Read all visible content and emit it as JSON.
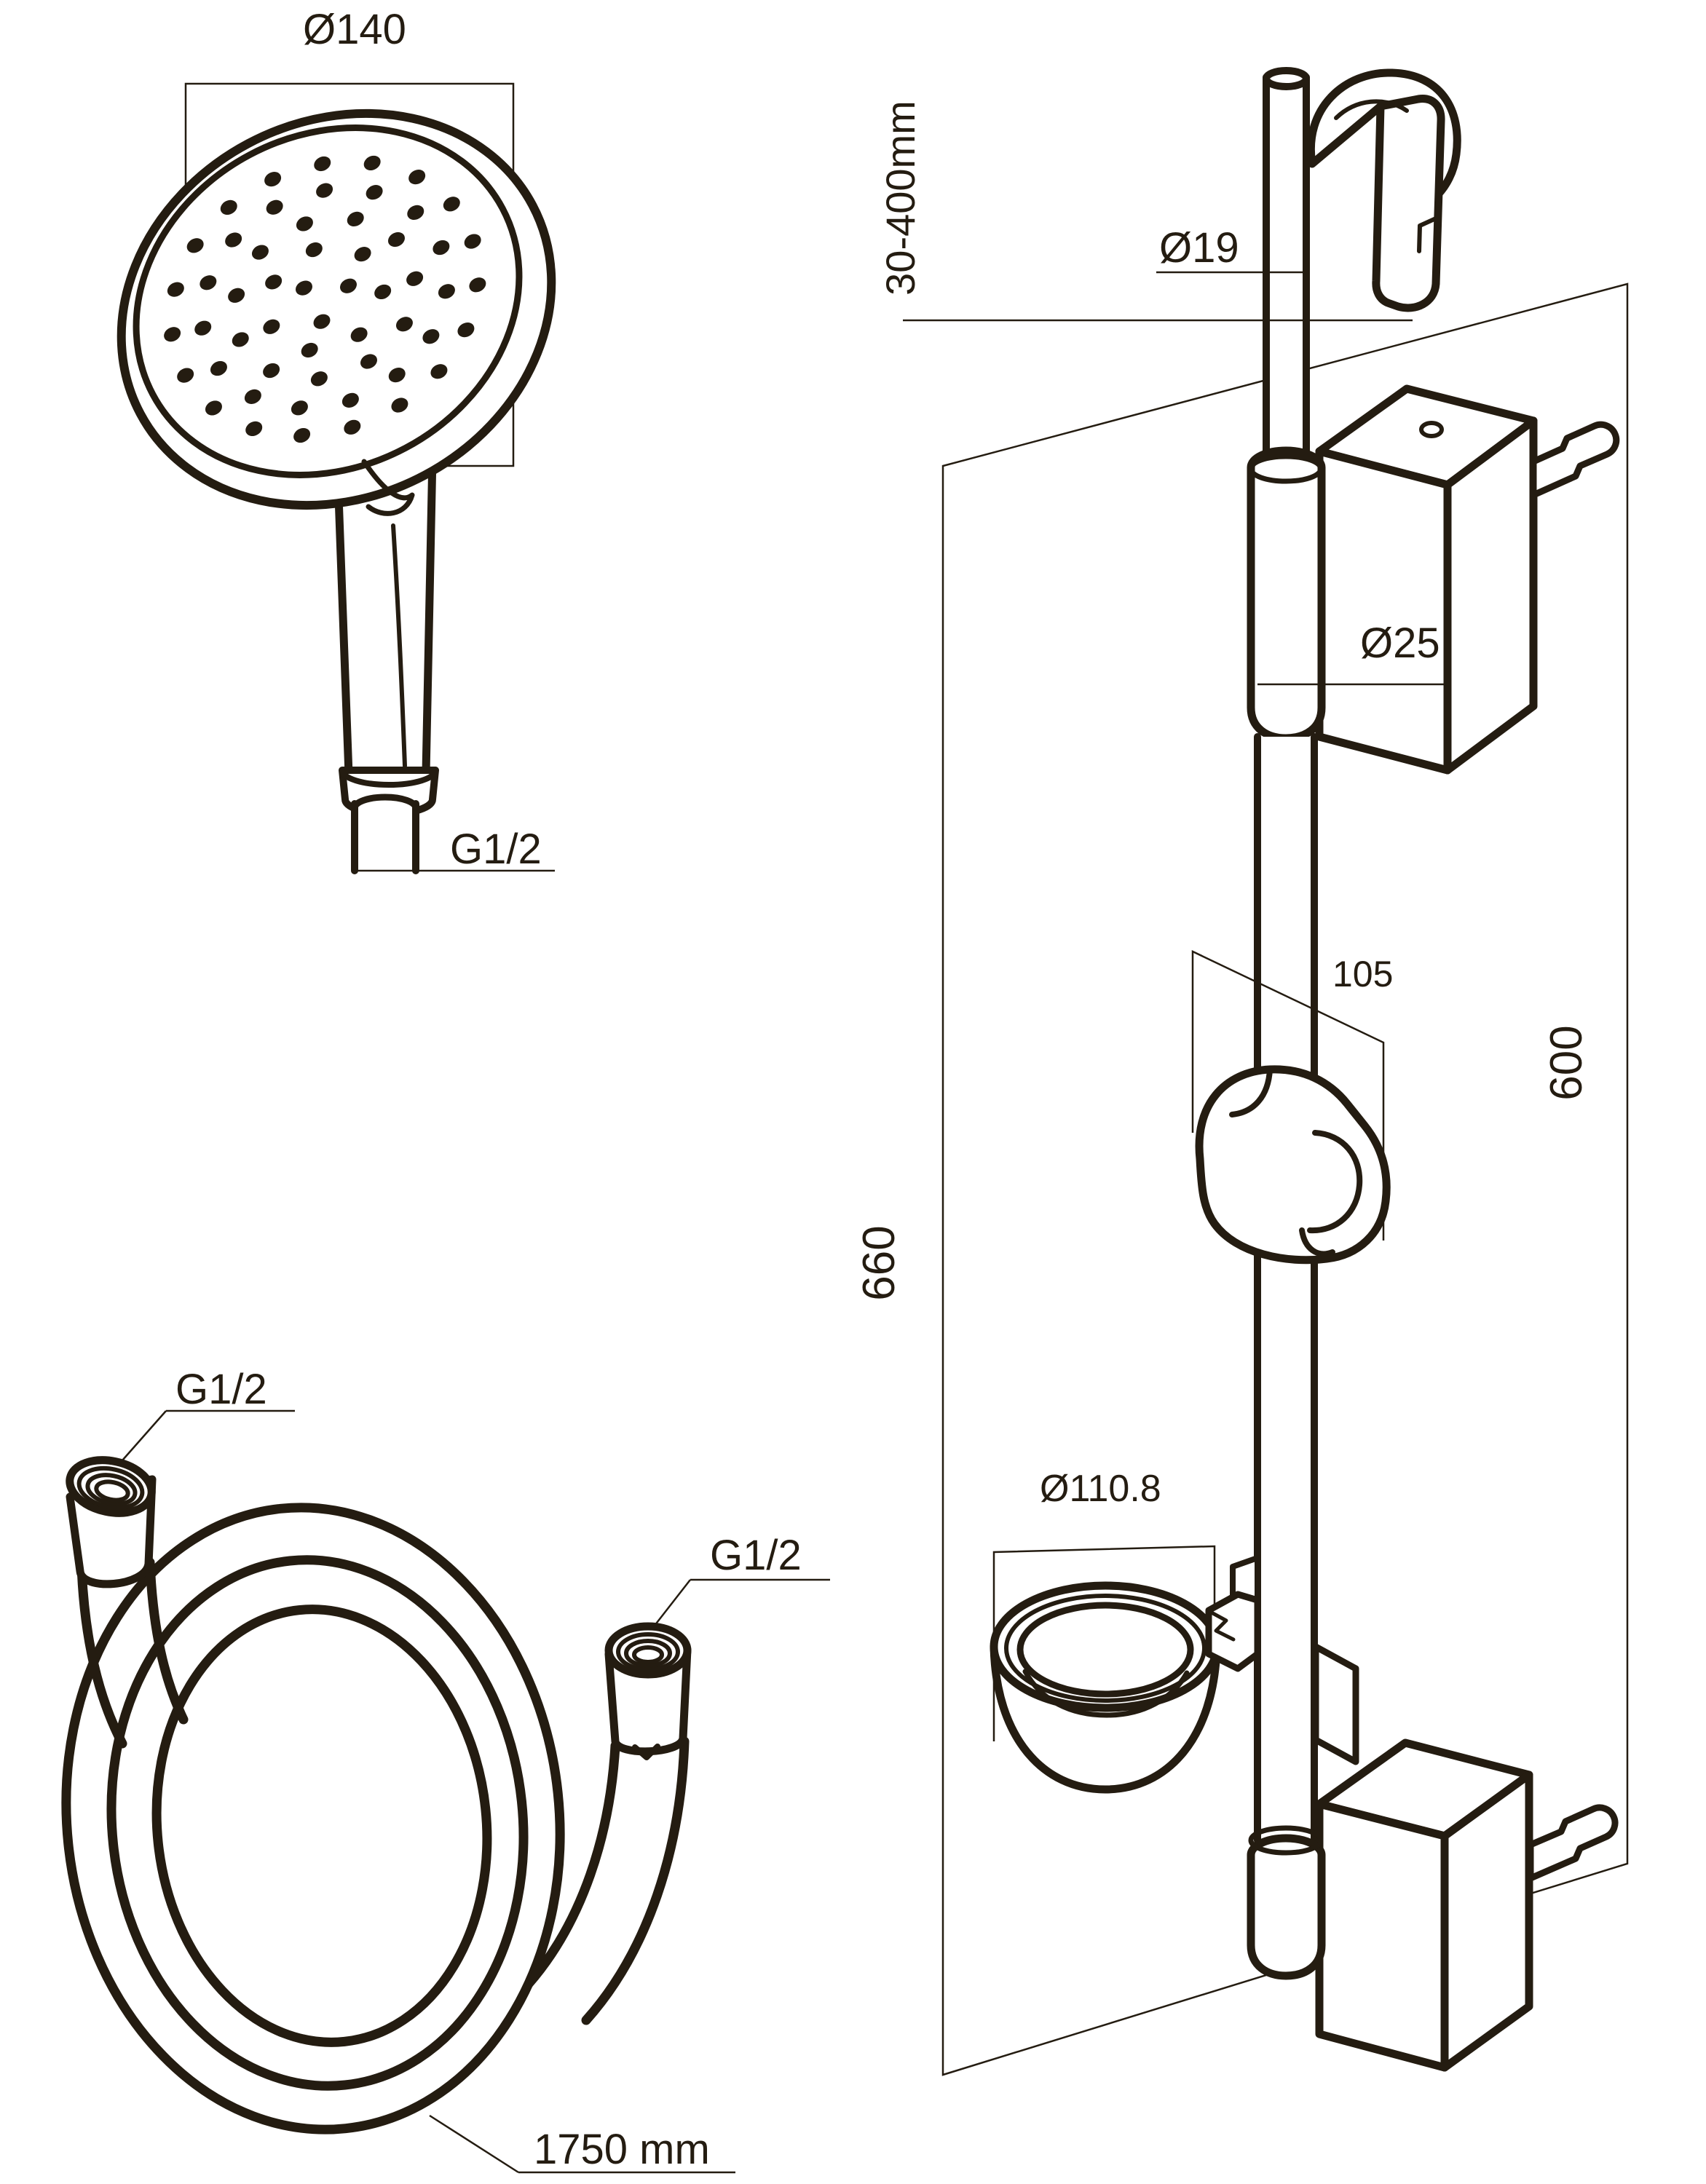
{
  "drawing": {
    "background_color": "#ffffff",
    "line_color": "#241c11",
    "shower_head": {
      "diameter_label": "Ø140",
      "thread_label": "G1/2"
    },
    "hose": {
      "inlet_thread_label": "G1/2",
      "outlet_thread_label": "G1/2",
      "length_label": "1750 mm"
    },
    "slide_bar": {
      "holder_height_range_label": "30-400mm",
      "tube_diameter_label": "Ø19",
      "bar_diameter_label": "Ø25",
      "holder_offset_label": "105",
      "mounting_distance_label": "600",
      "total_height_label": "660",
      "soap_dish_diameter_label": "Ø110.8"
    }
  }
}
